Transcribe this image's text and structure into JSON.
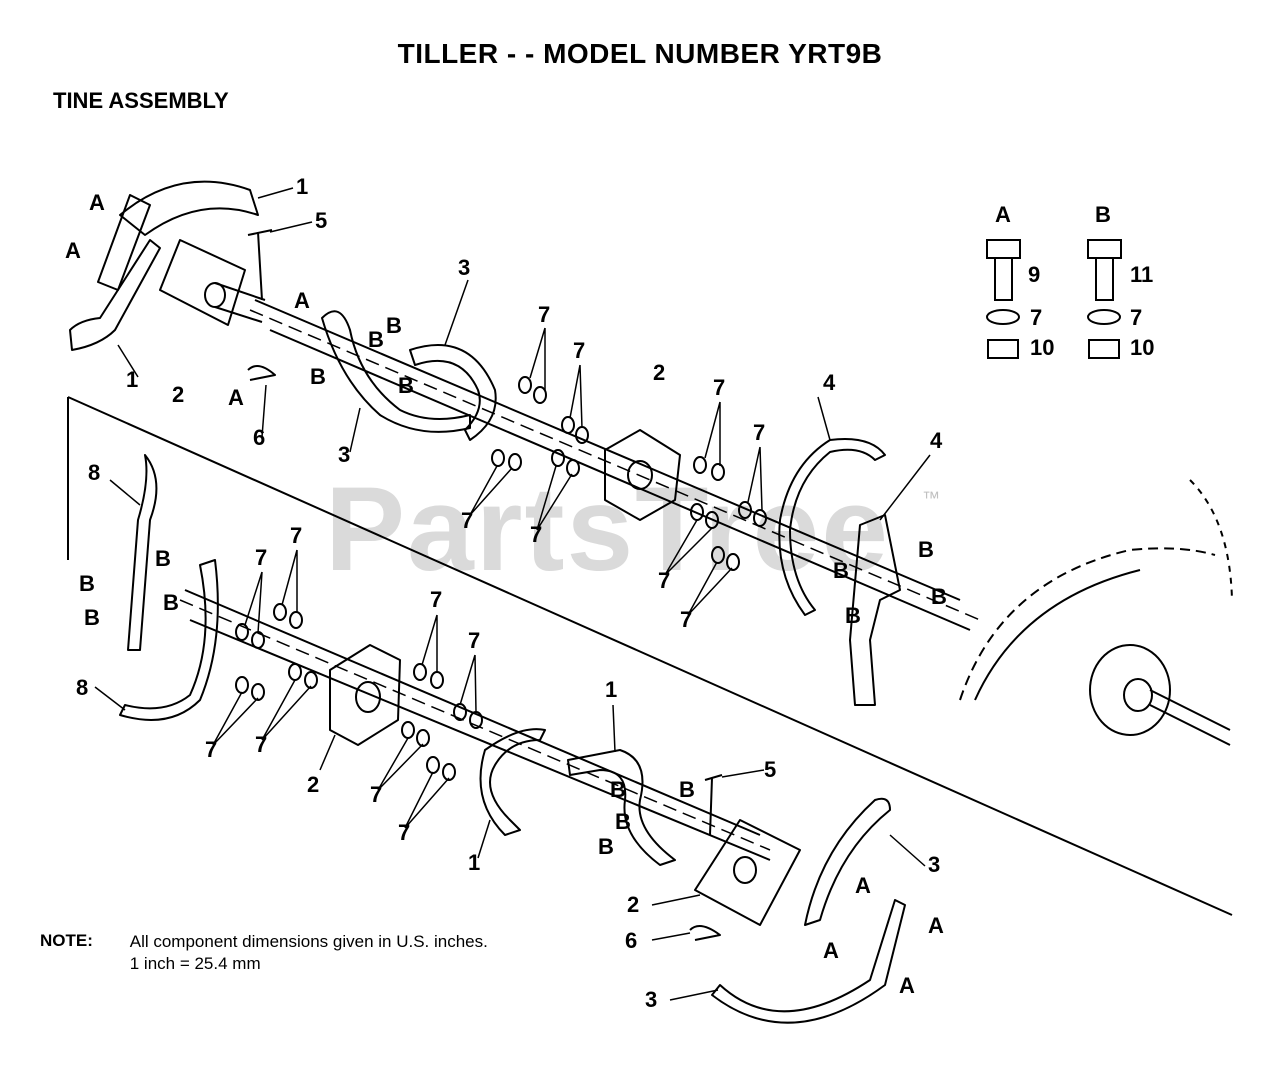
{
  "header": {
    "title": "TILLER - - MODEL NUMBER YRT9B",
    "subtitle": "TINE ASSEMBLY"
  },
  "watermark": {
    "text": "PartsTree",
    "tm": "™"
  },
  "hardware_key": {
    "a": {
      "letter": "A",
      "bolt": "9",
      "washer": "7",
      "nut": "10"
    },
    "b": {
      "letter": "B",
      "bolt": "11",
      "washer": "7",
      "nut": "10"
    }
  },
  "callouts": {
    "n1": "1",
    "n2": "2",
    "n3": "3",
    "n4": "4",
    "n5": "5",
    "n6": "6",
    "n7": "7",
    "n8": "8",
    "a": "A",
    "b": "B"
  },
  "note": {
    "label": "NOTE:",
    "line1": "All component dimensions given in U.S. inches.",
    "line2": "1 inch = 25.4 mm"
  }
}
